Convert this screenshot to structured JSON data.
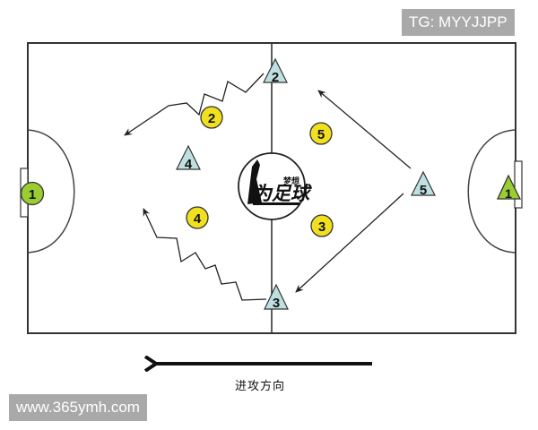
{
  "watermarks": {
    "top_right": "TG: MYYJJPP",
    "bottom_left": "www.365ymh.com"
  },
  "caption": {
    "attack_direction": "进攻方向"
  },
  "colors": {
    "field_line": "#333333",
    "keeper_green": "#9ACD32",
    "attacker_yellow": "#F0E020",
    "defender_blue": "#BFE0E0",
    "watermark_bg": "#A9A9A9"
  },
  "center_logo": {
    "text_main": "为足球",
    "text_side": "梦想"
  },
  "players": {
    "keeper_left": {
      "label": "1",
      "shape": "circle",
      "color": "green"
    },
    "keeper_right": {
      "label": "1",
      "shape": "triangle",
      "color": "green"
    },
    "triangles": [
      {
        "label": "2"
      },
      {
        "label": "4"
      },
      {
        "label": "5"
      },
      {
        "label": "3"
      }
    ],
    "circles": [
      {
        "label": "2"
      },
      {
        "label": "5"
      },
      {
        "label": "4"
      },
      {
        "label": "3"
      }
    ]
  }
}
